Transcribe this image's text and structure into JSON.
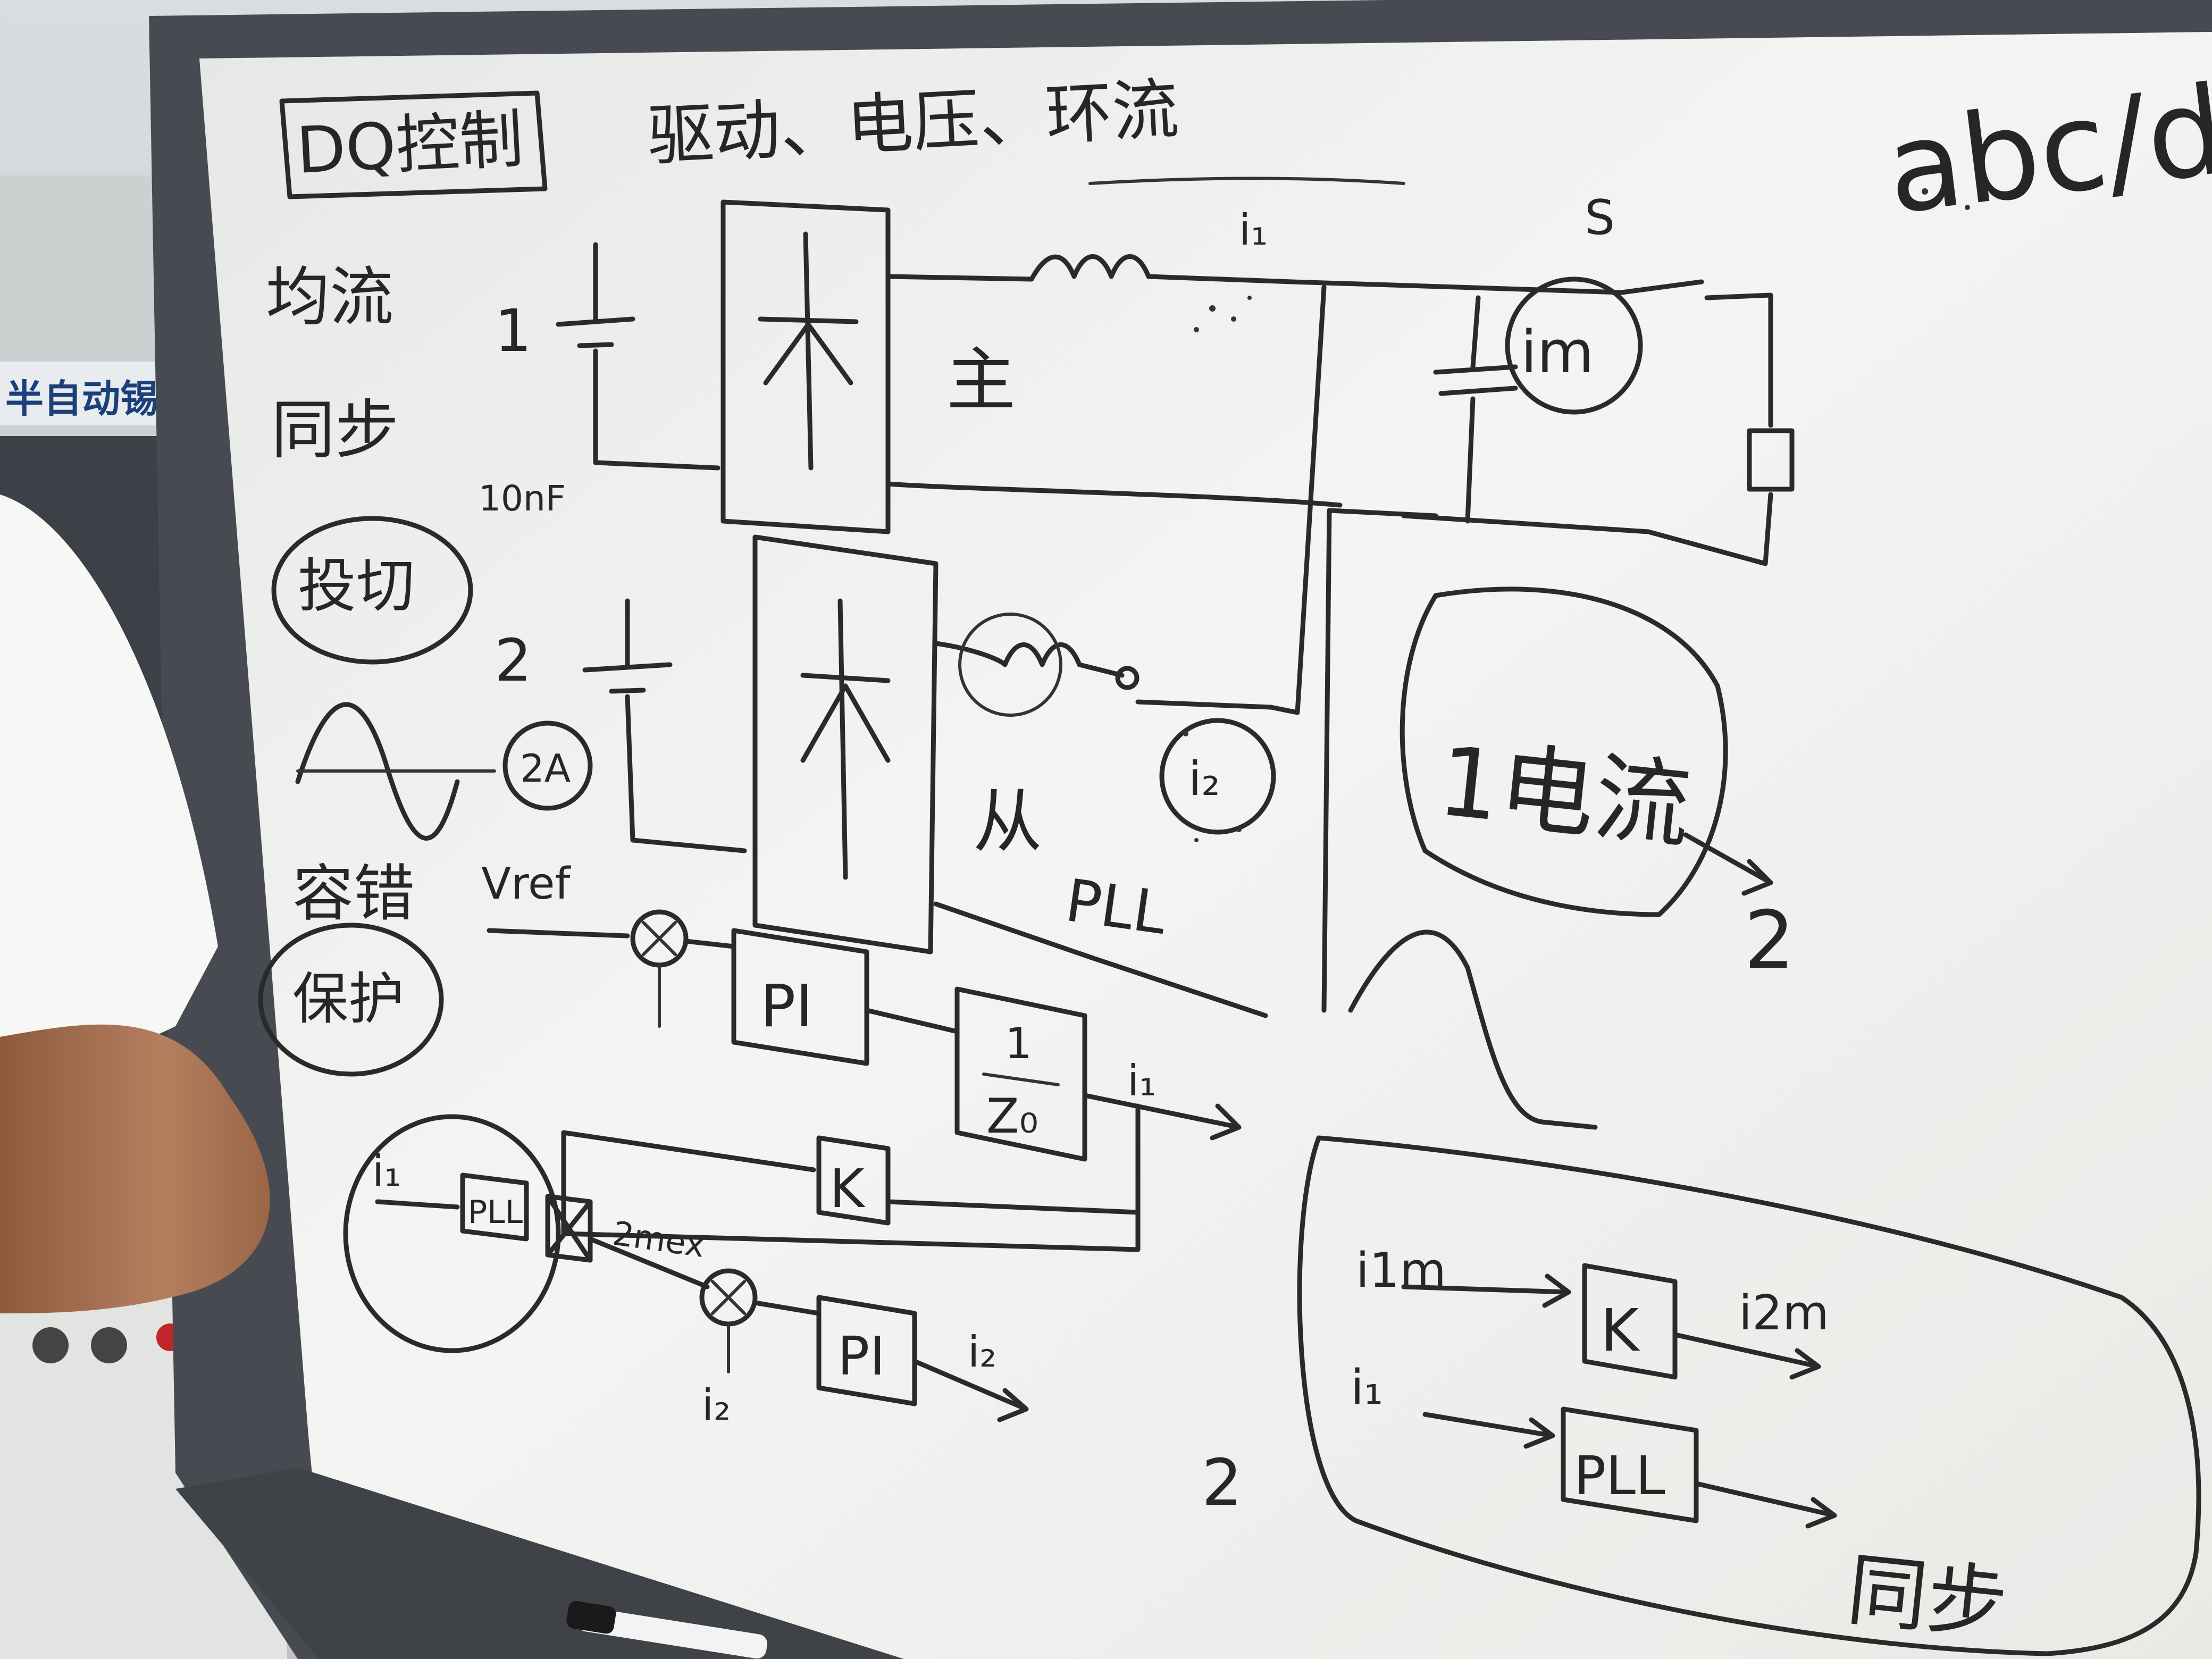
{
  "board": {
    "title": "DQ控制",
    "header_line": "驱动、电压、环流",
    "frame_ratio": "abc/dq",
    "left_list": [
      "均流",
      "同步",
      "投切",
      "容错",
      "保护"
    ],
    "circuit": {
      "inverter_1": "1",
      "inverter_2": "2",
      "capacitance": "10nF",
      "master_label": "主",
      "slave_label": "从",
      "current_i1": "i₁",
      "current_i2": "i₂",
      "current_im": "im",
      "source_mark": "S",
      "sine_amp": "2A",
      "pll": "PLL"
    },
    "control": {
      "vref": "Vref",
      "pi_1": "PI",
      "gain_num": "1",
      "gain_den": "Z₀",
      "i1_out": "i₁",
      "k_block": "K",
      "i1_in": "i₁",
      "pll": "PLL",
      "sum_label": "2mex",
      "pi_2": "PI",
      "i2_out": "i₂",
      "i2_fb": "i₂"
    },
    "right_panel": {
      "current_box": "1电流",
      "current_to": "2",
      "im_in": "i1m",
      "k_block": "K",
      "i2m_out": "i2m",
      "i1_in": "i₁",
      "pll": "PLL",
      "sync_out": "同步",
      "index": "2"
    }
  },
  "background_sign": "半自动锡",
  "colors": {
    "board": "#f1f2f0",
    "frame": "#474a50",
    "ink": "#2a2a2a",
    "sign": "#1b3f7a"
  }
}
